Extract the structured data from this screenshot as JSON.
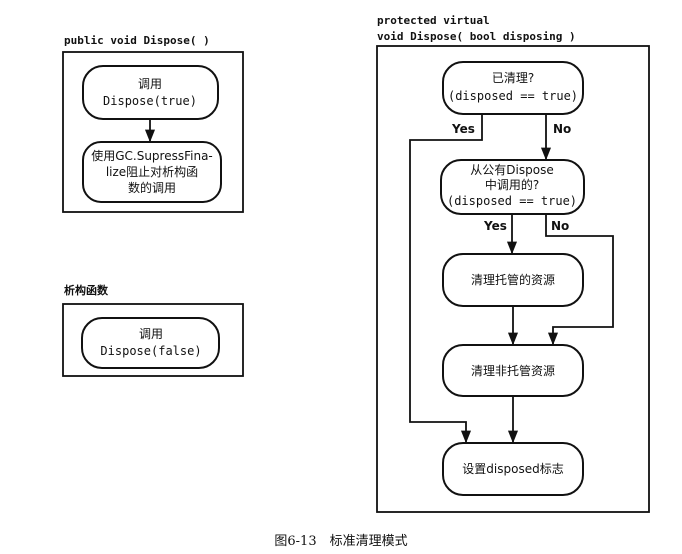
{
  "panels": {
    "dispose_public": {
      "title": "public void Dispose( )",
      "nodes": {
        "call": [
          "调用",
          "Dispose(true)"
        ],
        "suppress": [
          "使用GC.SupressFina-",
          "lize阻止对析构函",
          "数的调用"
        ]
      }
    },
    "finalizer": {
      "title": "析构函数",
      "nodes": {
        "call": [
          "调用",
          "Dispose(false)"
        ]
      }
    },
    "dispose_protected": {
      "title": [
        "protected virtual",
        "void Dispose( bool disposing )"
      ],
      "nodes": {
        "cleaned": [
          "已清理?",
          "(disposed == true)"
        ],
        "from_public": [
          "从公有Dispose",
          "中调用的?",
          "(disposed == true)"
        ],
        "managed": "清理托管的资源",
        "unmanaged": "清理非托管资源",
        "set_flag": "设置disposed标志"
      },
      "edge_labels": {
        "cleaned_yes": "Yes",
        "cleaned_no": "No",
        "from_public_yes": "Yes",
        "from_public_no": "No"
      }
    }
  },
  "caption": "图6-13　标准清理模式"
}
